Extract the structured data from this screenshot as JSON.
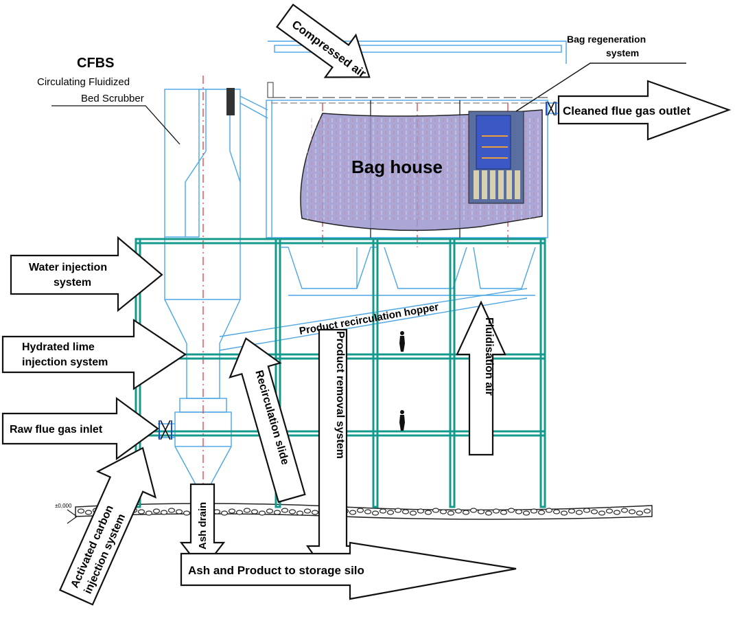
{
  "cfbs": {
    "title": "CFBS",
    "subtitle_line1": "Circulating Fluidized",
    "subtitle_line2": "Bed Scrubber"
  },
  "bag_regeneration": {
    "line1": "Bag regeneration",
    "line2": "system"
  },
  "bag_house": "Bag house",
  "product_recirculation_hopper": "Product recirculation hopper",
  "ground_level": "±0,000",
  "arrows": {
    "compressed_air": "Compressed air",
    "cleaned_flue_gas_outlet": "Cleaned flue gas outlet",
    "water_injection_line1": "Water injection",
    "water_injection_line2": "system",
    "hydrated_lime_line1": "Hydrated lime",
    "hydrated_lime_line2": "injection system",
    "raw_flue_gas_inlet": "Raw flue gas inlet",
    "activated_carbon_line1": "Activated carbon",
    "activated_carbon_line2": "injection system",
    "ash_drain": "Ash drain",
    "recirculation_slide": "Recirculation slide",
    "product_removal_system": "Product removal system",
    "fluidisation_air": "Fluidisation air",
    "ash_and_product": "Ash and Product to storage silo"
  },
  "colors": {
    "drawing_lines": "#4aa6e6",
    "steel_frame": "#149a8c",
    "center_lines": "#e23b3b",
    "bag_house_fill": "#8a86c6",
    "ground": "#3a3a3a"
  }
}
